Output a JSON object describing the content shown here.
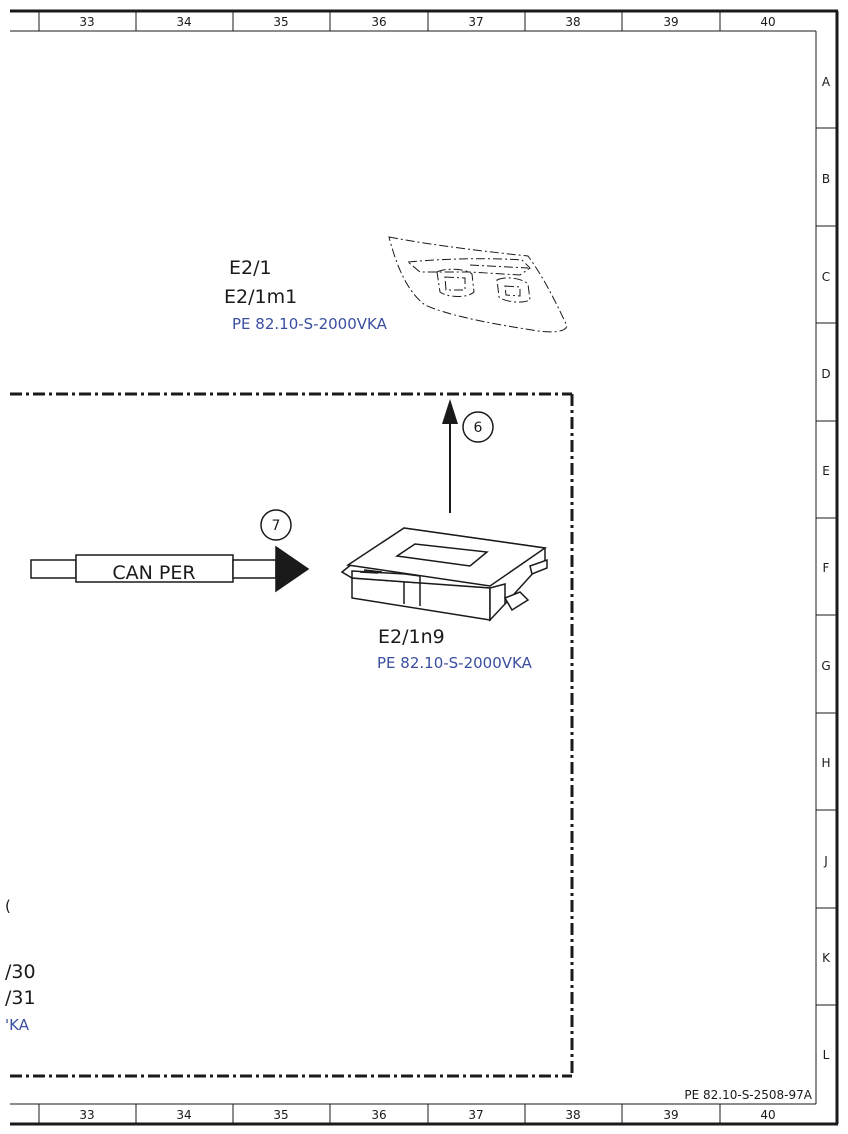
{
  "columns": [
    "33",
    "34",
    "35",
    "36",
    "37",
    "38",
    "39",
    "40"
  ],
  "rows": [
    "A",
    "B",
    "C",
    "D",
    "E",
    "F",
    "G",
    "H",
    "J",
    "K",
    "L"
  ],
  "components": {
    "e2_1": {
      "label": "E2/1"
    },
    "e2_1m1": {
      "label": "E2/1m1",
      "ref": "PE 82.10-S-2000VKA"
    },
    "e2_1n9": {
      "label": "E2/1n9",
      "ref": "PE 82.10-S-2000VKA"
    }
  },
  "connection": {
    "label": "CAN PER",
    "callout": "7"
  },
  "arrow_up": {
    "callout": "6"
  },
  "partial_labels": {
    "a": "(",
    "b": "/30",
    "c": "/31",
    "d": "'KA"
  },
  "doc_ref": "PE 82.10-S-2508-97A",
  "colors": {
    "link": "#3a4fa0",
    "line": "#1a1a1a"
  }
}
